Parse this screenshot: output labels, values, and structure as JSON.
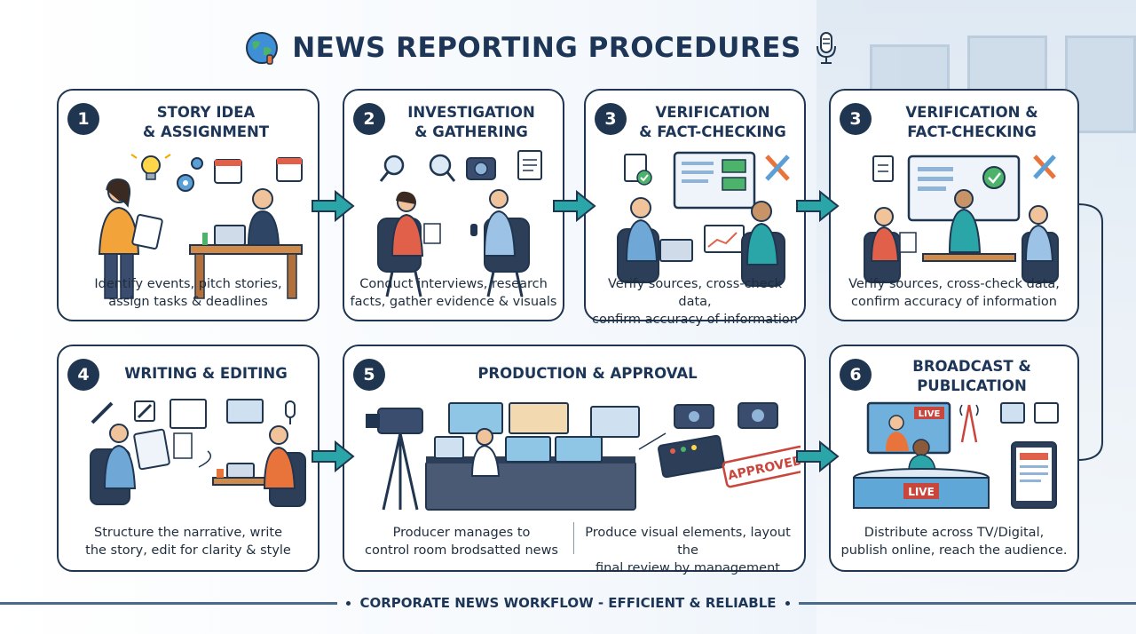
{
  "title": "NEWS REPORTING PROCEDURES",
  "steps": [
    {
      "number": "1",
      "title": [
        "STORY IDEA",
        "& ASSIGNMENT"
      ],
      "description": [
        "Identify events, pitch stories,",
        "assign tasks & deadlines"
      ]
    },
    {
      "number": "2",
      "title": [
        "INVESTIGATION",
        "& GATHERING"
      ],
      "description": [
        "Conduct interviews, research",
        "facts, gather evidence & visuals"
      ]
    },
    {
      "number": "3",
      "title": [
        "VERIFICATION",
        "& FACT-CHECKING"
      ],
      "description": [
        "Verify sources, cross-check data,",
        "confirm accuracy of information"
      ]
    },
    {
      "number": "3",
      "title": [
        "VERIFICATION &",
        "FACT-CHECKING"
      ],
      "description": [
        "Verify sources, cross-check data,",
        "confirm accuracy of information"
      ]
    },
    {
      "number": "4",
      "title": [
        "WRITING & EDITING"
      ],
      "description": [
        "Structure the narrative, write",
        "the story, edit for clarity & style"
      ]
    },
    {
      "number": "5",
      "title": [
        "PRODUCTION & APPROVAL"
      ],
      "description_left": [
        "Producer manages to",
        "control room brodsatted news"
      ],
      "description_right": [
        "Produce visual elements, layout the",
        "final review by management"
      ],
      "stamp": "APPROVED"
    },
    {
      "number": "6",
      "title": [
        "BROADCAST &",
        "PUBLICATION"
      ],
      "description": [
        "Distribute across TV/Digital,",
        "publish online, reach the audience."
      ],
      "live_label": "LIVE"
    }
  ],
  "footer": "CORPORATE NEWS WORKFLOW - EFFICIENT & RELIABLE",
  "colors": {
    "navy": "#1f3550",
    "teal": "#2aa6a8",
    "accent": "#e8743b",
    "stamp": "#c9463d"
  },
  "icons": [
    "globe-icon",
    "microphone-icon",
    "lightbulb-icon",
    "gear-icon",
    "calendar-icon",
    "magnifier-icon",
    "camera-icon",
    "notepad-icon",
    "checklist-icon",
    "pencil-icon",
    "monitor-icon",
    "video-camera-icon",
    "broadcast-tower-icon",
    "tablet-icon"
  ]
}
